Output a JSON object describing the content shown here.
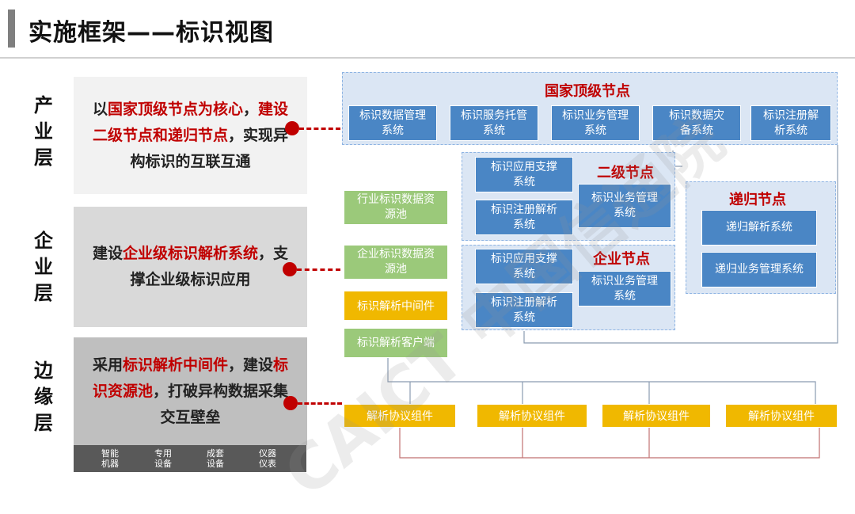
{
  "header": {
    "title": "实施框架——标识视图"
  },
  "layers": [
    {
      "label": "产业层",
      "desc_parts": [
        [
          "以",
          false
        ],
        [
          "国家顶级节点为核心",
          true
        ],
        [
          "，",
          false
        ],
        [
          "建设二级节点和递归节点",
          true
        ],
        [
          "，实现异构标识的互联互通",
          false
        ]
      ]
    },
    {
      "label": "企业层",
      "desc_parts": [
        [
          "建设",
          false
        ],
        [
          "企业级标识解析系统",
          true
        ],
        [
          "，支撑企业级标识应用",
          false
        ]
      ]
    },
    {
      "label": "边缘层",
      "desc_parts": [
        [
          "采用",
          false
        ],
        [
          "标识解析中间件",
          true
        ],
        [
          "，建设",
          false
        ],
        [
          "标识资源池",
          true
        ],
        [
          "，打破异构数据采集交互壁垒",
          false
        ]
      ]
    }
  ],
  "devices": [
    "智能\n机器",
    "专用\n设备",
    "成套\n设备",
    "仪器\n仪表"
  ],
  "national": {
    "title": "国家顶级节点",
    "systems": [
      "标识数据管理\n系统",
      "标识服务托管\n系统",
      "标识业务管理\n系统",
      "标识数据灾\n备系统",
      "标识注册解\n析系统"
    ]
  },
  "secondary": {
    "title": "二级节点",
    "left_systems": [
      "标识应用支撑\n系统",
      "标识注册解析\n系统"
    ],
    "right_system": "标识业务管理\n系统"
  },
  "recursive": {
    "title": "递归节点",
    "systems": [
      "递归解析系统",
      "递归业务管理系统"
    ]
  },
  "enterprise": {
    "title": "企业节点",
    "left_systems": [
      "标识应用支撑\n系统",
      "标识注册解析\n系统"
    ],
    "right_system": "标识业务管理\n系统"
  },
  "green_pools": [
    "行业标识数据资\n源池",
    "企业标识数据资\n源池",
    "标识解析客户端"
  ],
  "middleware": "标识解析中间件",
  "components": [
    "解析协议组件",
    "解析协议组件",
    "解析协议组件",
    "解析协议组件"
  ],
  "watermark": "CAICT 中国信通院",
  "colors": {
    "accent_red": "#c00000",
    "system_blue": "#4a86c5",
    "group_bg": "#dbe6f4",
    "pool_green": "#9bc97a",
    "component_yellow": "#f0b800"
  }
}
